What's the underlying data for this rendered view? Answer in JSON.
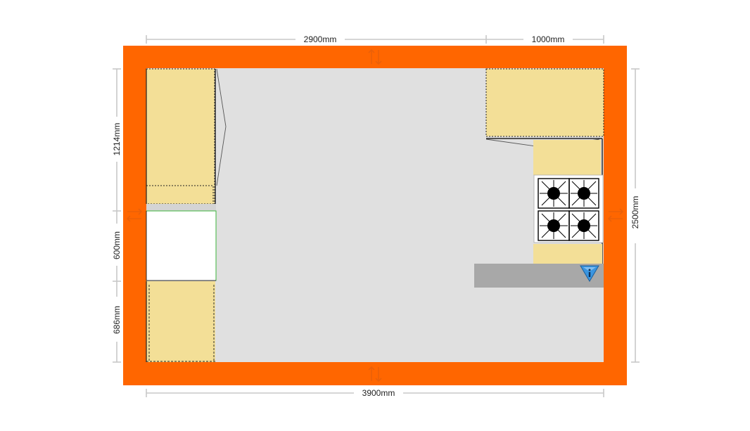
{
  "dimensions": {
    "top_left": "2900mm",
    "top_right": "1000mm",
    "bottom": "3900mm",
    "right": "2500mm",
    "left_top": "1214mm",
    "left_middle": "600mm",
    "left_bottom": "686mm"
  },
  "colors": {
    "wall": "#ff6600",
    "floor": "#e0e0e0",
    "cabinet": "#f3df97",
    "appliance_opening": "#ffffff",
    "counter_extension": "#a8a8a8",
    "dimension_line": "#c8c8c8",
    "info_marker": "#3a95e0"
  },
  "icons": {
    "wall_resize": "double-arrow-icon",
    "hob": "four-burner-hob-icon",
    "info": "info-triangle-icon"
  }
}
